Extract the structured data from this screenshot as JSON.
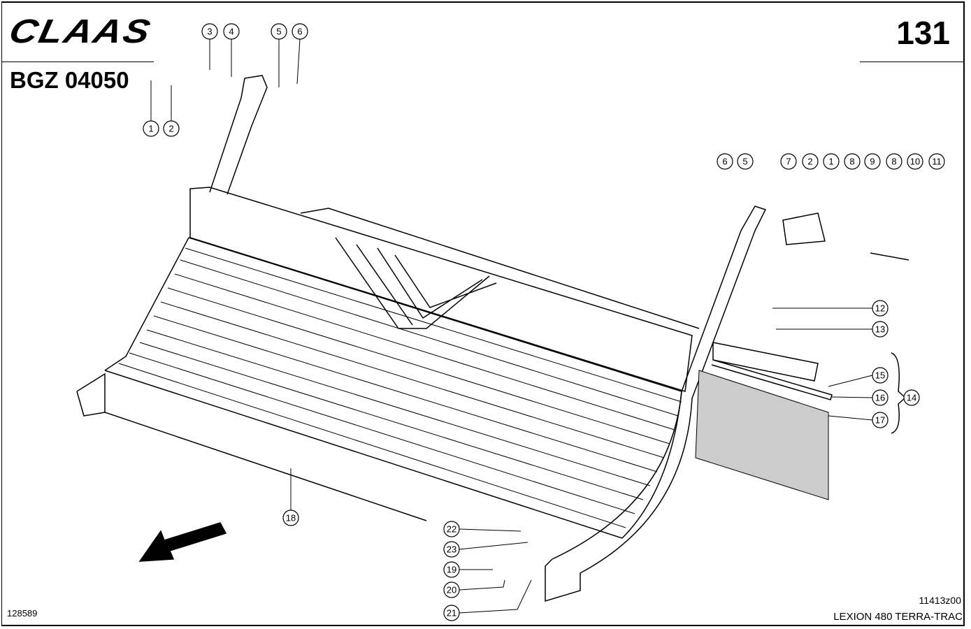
{
  "header": {
    "brand": "CLAAS",
    "group_code": "BGZ 04050",
    "page_number": "131"
  },
  "footer": {
    "reference": "128589",
    "drawing_number": "11413z00",
    "model": "LEXION 480 TERRA-TRAC"
  },
  "callouts": [
    "3",
    "4",
    "5",
    "6",
    "1",
    "2",
    "6",
    "5",
    "7",
    "2",
    "1",
    "8",
    "9",
    "8",
    "10",
    "11",
    "12",
    "13",
    "15",
    "16",
    "14",
    "17",
    "18",
    "22",
    "23",
    "19",
    "20",
    "21"
  ]
}
